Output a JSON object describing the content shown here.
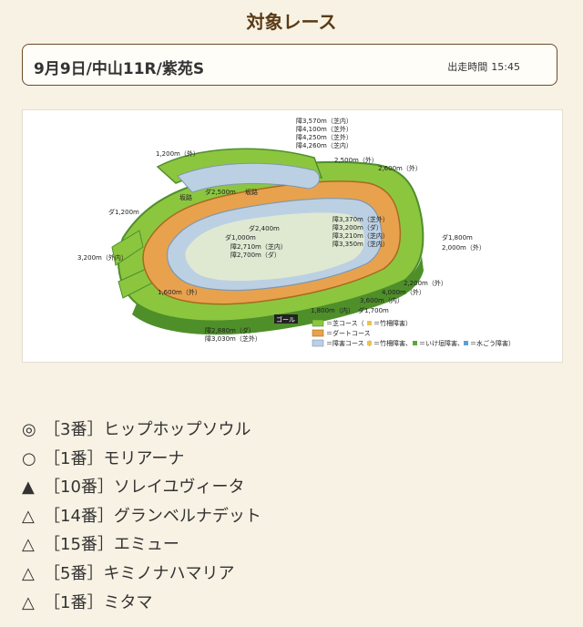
{
  "header": {
    "title": "対象レース"
  },
  "race": {
    "name": "9月9日/中山11R/紫苑S",
    "start_label": "出走時間",
    "start_time": "15:45"
  },
  "course_map": {
    "labels": {
      "obstacle_top": [
        "障3,570m（芝内）",
        "障4,100m（芝外）",
        "障4,250m（芝外）",
        "障4,260m（芝内）"
      ],
      "turf_1200": "1,200m（外）",
      "turf_2500": "2,500m（外）",
      "turf_2600": "2,600m（外）",
      "slope_left": "坂路",
      "dirt_2500": "ダ2,500m",
      "slope_right": "坂路",
      "dirt_1200": "ダ1,200m",
      "obstacle_mid": [
        "障3,370m（芝外）",
        "障3,200m（ダ）",
        "障3,210m（芝内）",
        "障3,350m（芝内）"
      ],
      "dirt_2400": "ダ2,400m",
      "dirt_1000": "ダ1,000m",
      "obstacle_2710_2700": [
        "障2,710m（芝内）",
        "障2,700m（ダ）"
      ],
      "dirt_1800": "ダ1,800m",
      "turf_2000": "2,000m（外）",
      "turf_3200": "3,200m（外内）",
      "turf_2200": "2,200m（外）",
      "turf_4000": "4,000m（外）",
      "turf_3600": "3,600m（内）",
      "turf_1600": "1,600m（外）",
      "goal": "ゴール",
      "turf_1800": "1,800m（内）",
      "dirt_1700": "ダ1,700m",
      "obstacle_bottom": [
        "障2,880m（ダ）",
        "障3,030m（芝外）"
      ]
    },
    "legend": {
      "turf": "＝芝コース（",
      "turf_tail": "＝竹柵障害）",
      "dirt": "＝ダートコース",
      "obstacle": "＝障害コース（",
      "obstacle_tail": "＝竹柵障害、",
      "obstacle_tail2": "＝いけ垣障害、",
      "obstacle_tail3": "＝水ごう障害）"
    },
    "colors": {
      "turf": "#8cc63f",
      "turf_dark": "#4e8f2a",
      "dirt": "#e8a24e",
      "obstacle": "#bcd0e4",
      "inner": "#dfe9d2"
    }
  },
  "picks": [
    {
      "mark": "◎",
      "text": "［3番］ヒップホップソウル"
    },
    {
      "mark": "○",
      "text": "［1番］モリアーナ"
    },
    {
      "mark": "▲",
      "text": "［10番］ソレイユヴィータ"
    },
    {
      "mark": "△",
      "text": "［14番］グランベルナデット"
    },
    {
      "mark": "△",
      "text": "［15番］エミュー"
    },
    {
      "mark": "△",
      "text": "［5番］キミノナハマリア"
    },
    {
      "mark": "△",
      "text": "［1番］ミタマ"
    }
  ]
}
